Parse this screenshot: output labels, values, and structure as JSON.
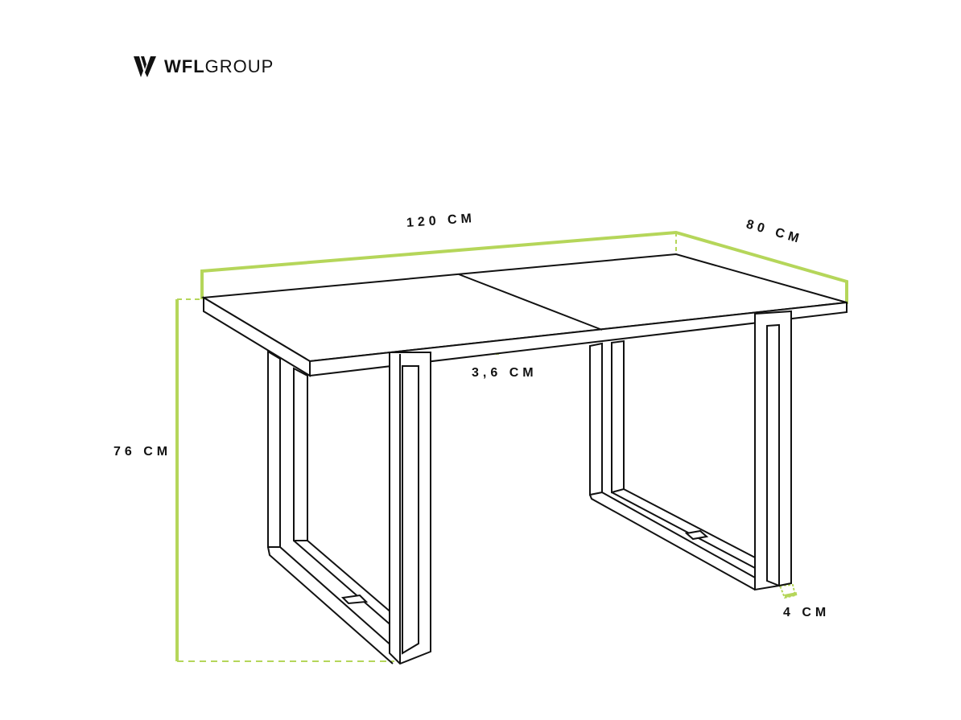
{
  "brand": {
    "logo_bold": "WFL",
    "logo_light": "GROUP",
    "icon": "wfl-w-logo-icon"
  },
  "diagram": {
    "subject": "table-dimension-drawing",
    "accent_color": "#b5d65a",
    "line_color": "#111111",
    "dimensions": {
      "length": "120 CM",
      "depth": "80 CM",
      "height": "76 CM",
      "top_thickness": "3,6 CM",
      "leg_width": "4 CM"
    }
  }
}
